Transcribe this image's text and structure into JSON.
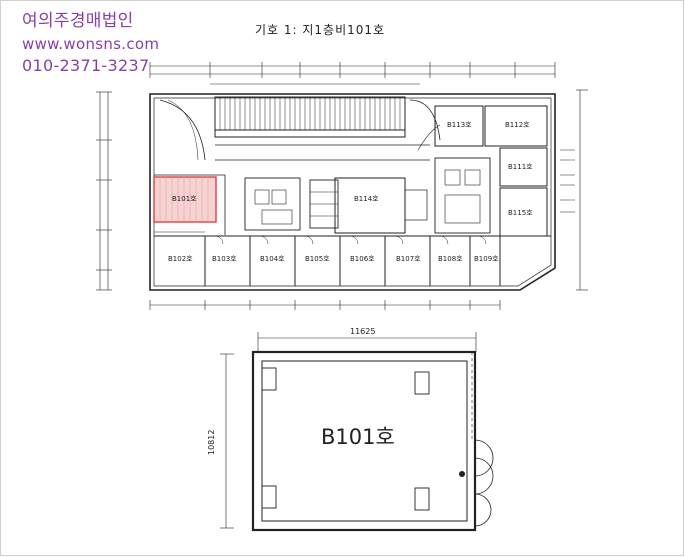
{
  "watermark": {
    "company": "여의주경매법인",
    "website": "www.wonsns.com",
    "phone": "010-2371-3237"
  },
  "caption": "기호 1: 지1층비101호",
  "floor_plan": {
    "highlighted_unit": "B101호",
    "units": {
      "b101": "B101호",
      "b102": "B102호",
      "b103": "B103호",
      "b104": "B104호",
      "b105": "B105호",
      "b106": "B106호",
      "b107": "B107호",
      "b108": "B108호",
      "b109": "B109호",
      "b111": "B111호",
      "b112": "B112호",
      "b113": "B113호",
      "b114": "B114호",
      "b115": "B115호"
    }
  },
  "unit_detail": {
    "name": "B101호",
    "width_dim": "11625",
    "depth_dim": "10812"
  },
  "colors": {
    "highlight": "#e04040",
    "watermark": "#8a3fa8"
  }
}
